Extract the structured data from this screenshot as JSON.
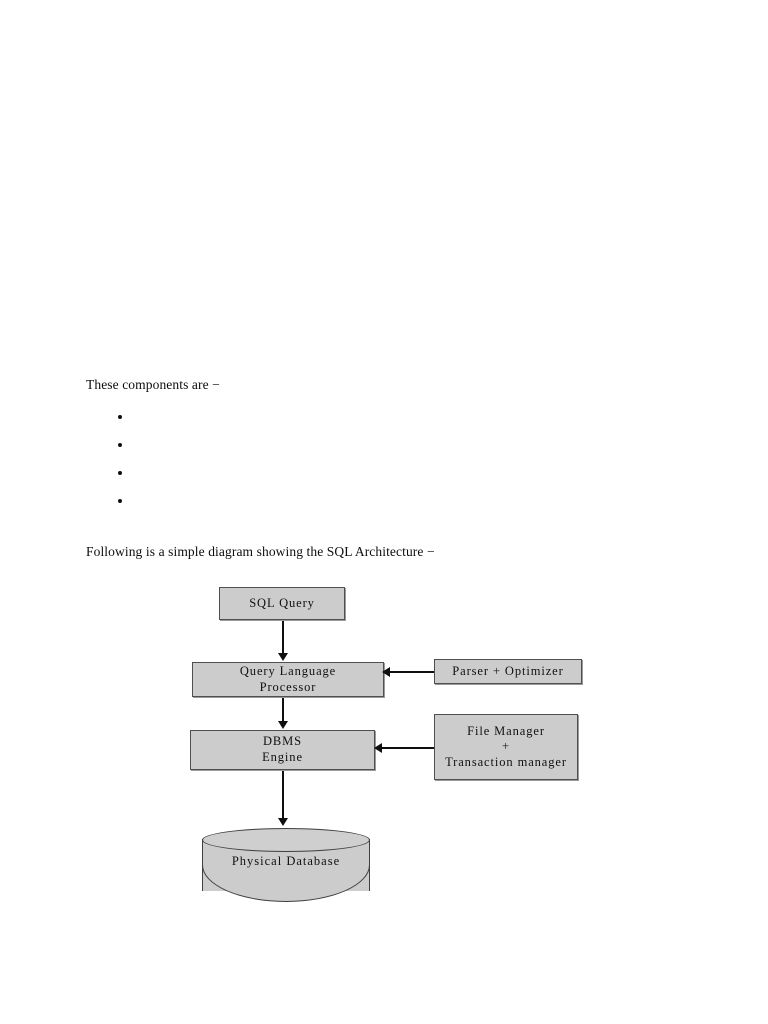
{
  "document": {
    "paragraphs": {
      "components_intro": "These components are −",
      "diagram_intro": "Following is a simple diagram showing the SQL Architecture −"
    },
    "bullets": [
      {
        "text": ""
      },
      {
        "text": ""
      },
      {
        "text": ""
      },
      {
        "text": ""
      }
    ]
  },
  "diagram": {
    "title": "SQL Architecture",
    "type": "flowchart",
    "colors": {
      "node_fill": "#cccccc",
      "node_border": "#4f4f4f",
      "arrow": "#0f0f0f",
      "page_background": "#ffffff",
      "text": "#101010"
    },
    "nodes": [
      {
        "id": "sql-query",
        "label": "SQL Query",
        "shape": "rectangle"
      },
      {
        "id": "query-language-processor",
        "label": "Query Language\nProcessor",
        "shape": "rectangle"
      },
      {
        "id": "parser-optimizer",
        "label": "Parser + Optimizer",
        "shape": "rectangle"
      },
      {
        "id": "dbms-engine",
        "label": "DBMS\nEngine",
        "shape": "rectangle"
      },
      {
        "id": "file-transaction-manager",
        "label": "File Manager\n+\nTransaction manager",
        "shape": "rectangle"
      },
      {
        "id": "physical-database",
        "label": "Physical Database",
        "shape": "cylinder"
      }
    ],
    "edges": [
      {
        "from": "sql-query",
        "to": "query-language-processor",
        "direction": "down"
      },
      {
        "from": "parser-optimizer",
        "to": "query-language-processor",
        "direction": "left"
      },
      {
        "from": "query-language-processor",
        "to": "dbms-engine",
        "direction": "down"
      },
      {
        "from": "file-transaction-manager",
        "to": "dbms-engine",
        "direction": "left"
      },
      {
        "from": "dbms-engine",
        "to": "physical-database",
        "direction": "down"
      }
    ]
  }
}
